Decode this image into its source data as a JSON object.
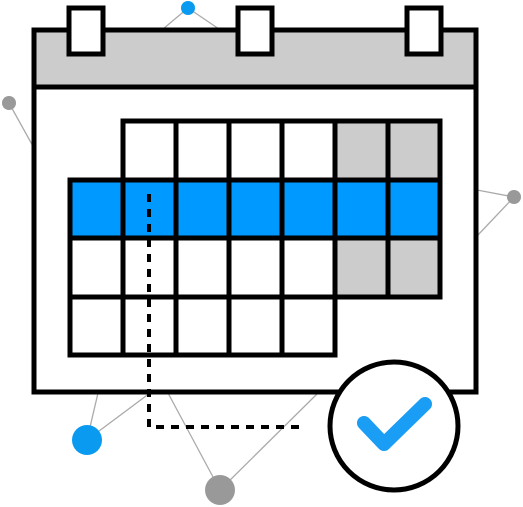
{
  "illustration": {
    "icon": "calendar-check-icon",
    "colors": {
      "outline": "#000000",
      "header_fill": "#cccccc",
      "weekend_fill": "#cccccc",
      "highlight_row": "#0099ff",
      "check": "#1a9df5",
      "node_blue": "#0a9af0",
      "node_gray": "#999999",
      "connector": "#aaaaaa"
    },
    "calendar": {
      "rows": 4,
      "columns": 7,
      "highlighted_row": 2,
      "weekend_columns": [
        6,
        7
      ]
    }
  }
}
